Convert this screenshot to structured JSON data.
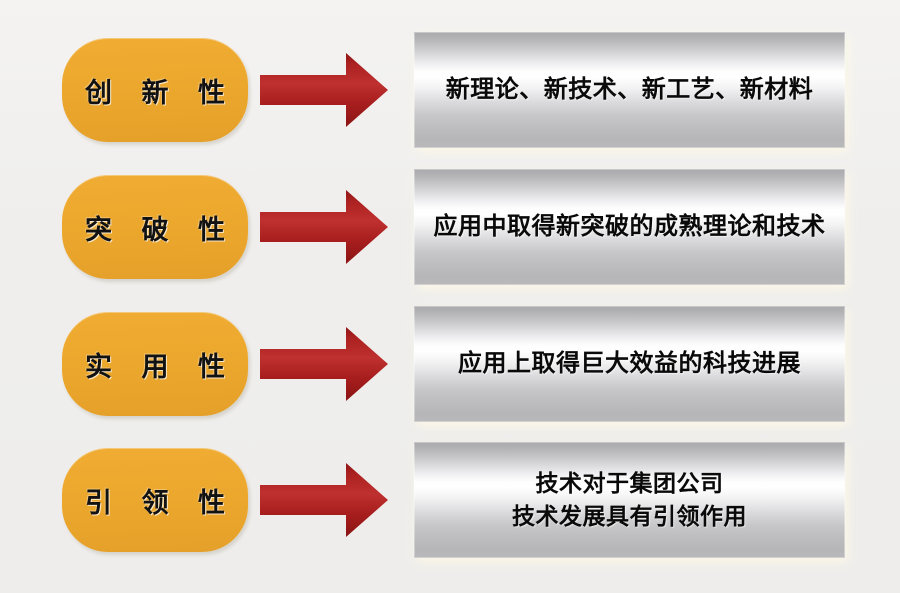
{
  "page": {
    "background_color": "#f1f0ee",
    "title": "科技成果特性说明图"
  },
  "colors": {
    "label_orange": "#eda92e",
    "arrow_red": "#a81f1f",
    "arrow_red_light": "#c33232",
    "bar_gray_dark": "#a9a9ab",
    "bar_gray_light": "#ffffff",
    "bar_glow": "#fdf8e6",
    "text_black": "#0a0a0a"
  },
  "rows": [
    {
      "label": "创 新 性",
      "arrow": "right-arrow",
      "description": "新理论、新技术、新工艺、新材料",
      "description_lines": 1
    },
    {
      "label": "突 破 性",
      "arrow": "right-arrow",
      "description": "应用中取得新突破的成熟理论和技术",
      "description_lines": 1
    },
    {
      "label": "实 用 性",
      "arrow": "right-arrow",
      "description": "应用上取得巨大效益的科技进展",
      "description_lines": 1
    },
    {
      "label": "引 领 性",
      "arrow": "right-arrow",
      "description": "技术对于集团公司\n技术发展具有引领作用",
      "description_lines": 2
    }
  ]
}
